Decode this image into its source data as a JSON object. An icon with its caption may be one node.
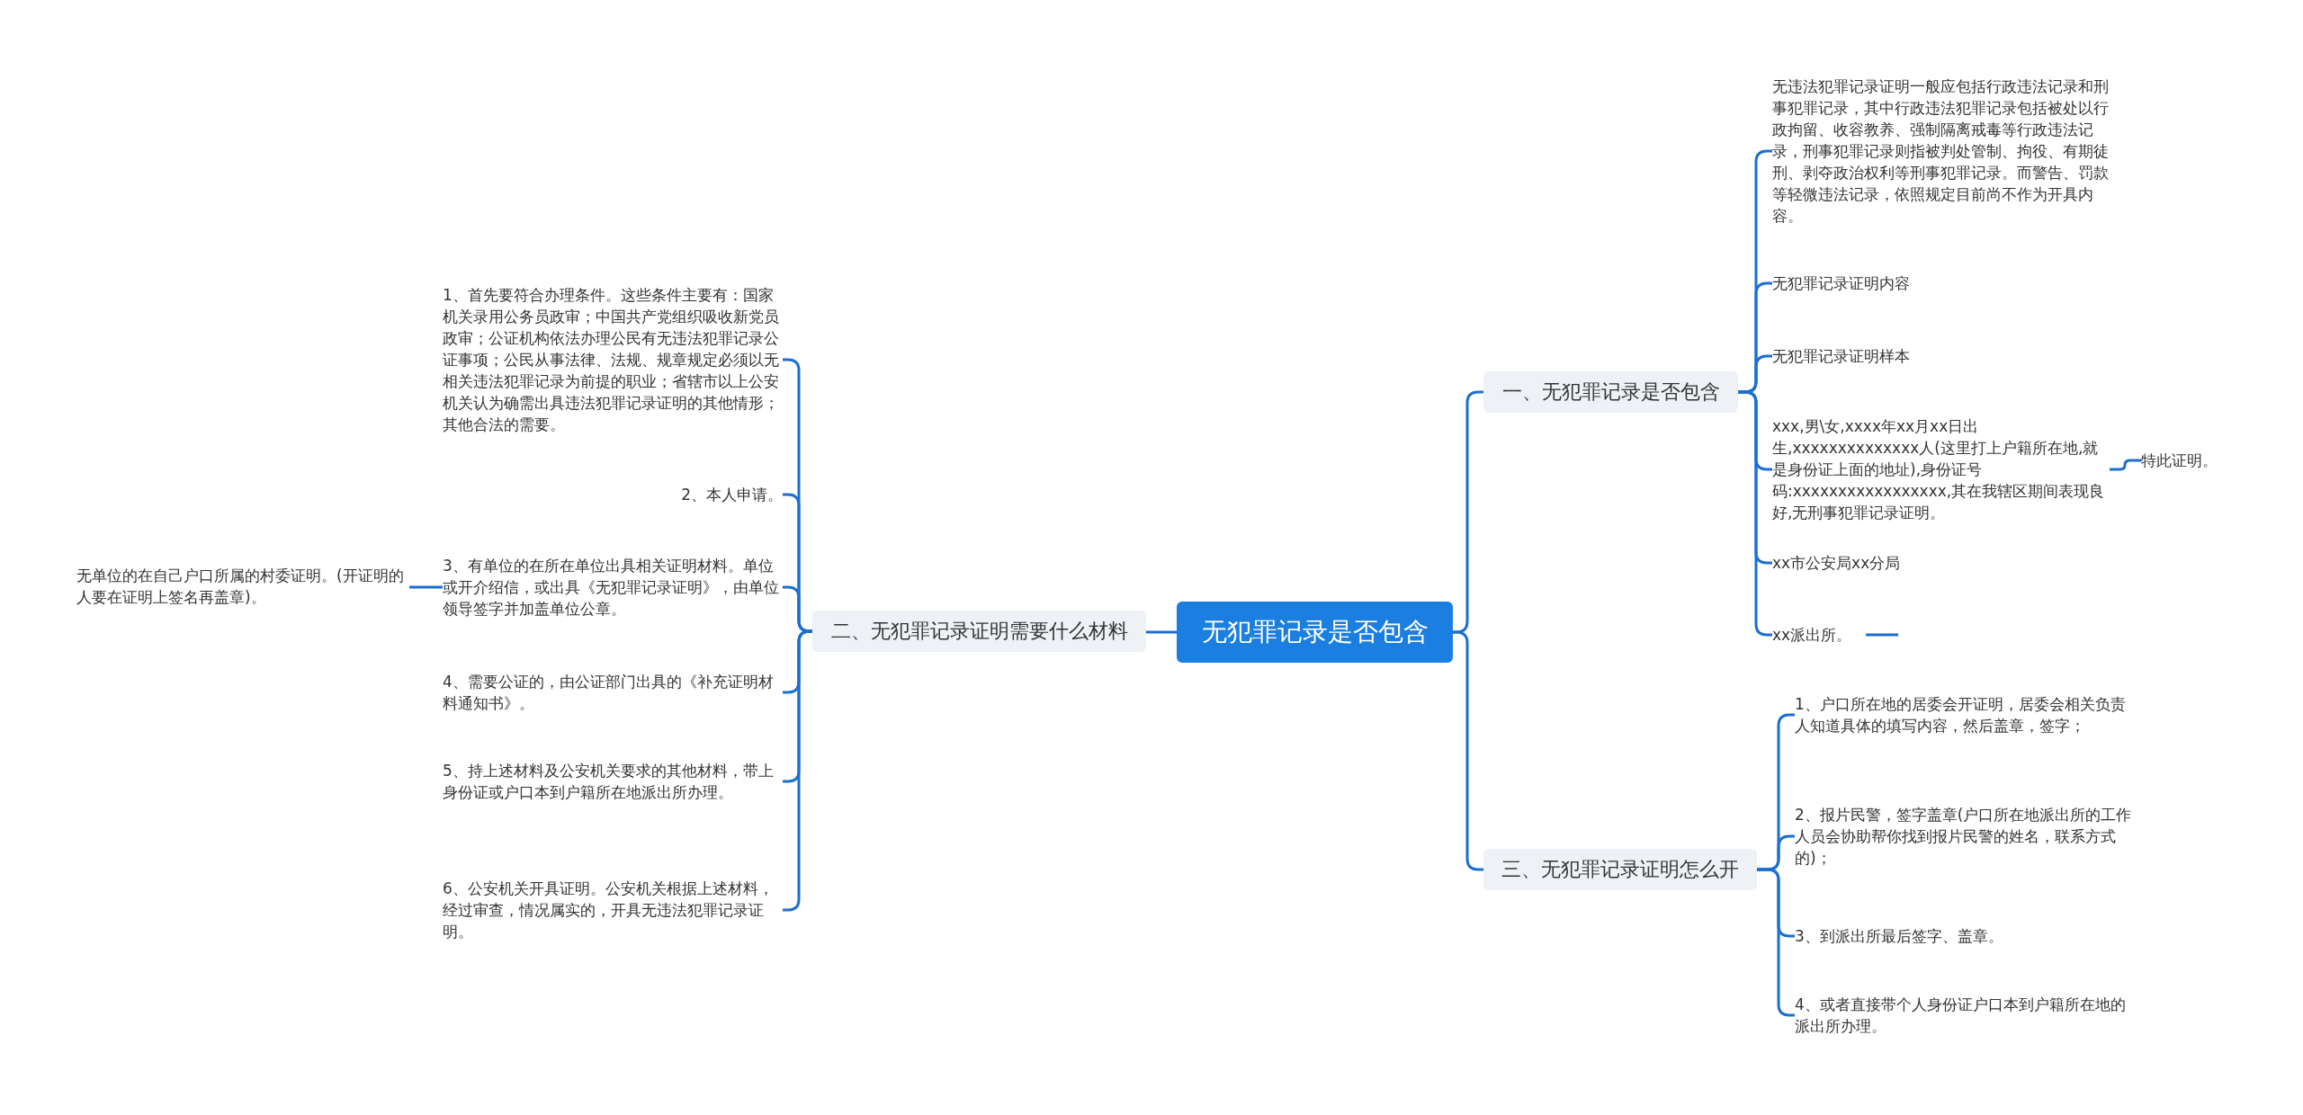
{
  "diagram": {
    "nodes": [
      {
        "text": [
          "无犯罪记录是否包含"
        ]
      },
      {
        "text": [
          "一、无犯罪记录是否包含"
        ]
      },
      {
        "text": [
          "无违法犯罪记录证明一般应包括行政违法记录和刑事犯罪记录，其中行政违法犯罪记录包括被处以行政拘留、收容教养、强制隔离戒毒等行政违法记录，刑事犯罪记录则指被判处管制、拘役、有期徒刑、剥夺政治权利等刑事犯罪记录。而警告、罚款等轻微违法记录，依照规定目前尚不作为开具内容。"
        ]
      },
      {
        "text": [
          "无犯罪记录证明内容"
        ]
      },
      {
        "text": [
          "无犯罪记录证明样本"
        ]
      },
      {
        "text": [
          "xxx,男\\女,xxxx年xx月xx日出生,xxxxxxxxxxxxxx人(这里打上户籍所在地,就是身份证上面的地址),身份证号码:xxxxxxxxxxxxxxxxx,其在我辖区期间表现良好,无刑事犯罪记录证明。"
        ]
      },
      {
        "text": [
          "特此证明。"
        ]
      },
      {
        "text": [
          "xx市公安局xx分局"
        ]
      },
      {
        "text": [
          "xx派出所。"
        ]
      },
      {
        "text": [
          "三、无犯罪记录证明怎么开"
        ]
      },
      {
        "text": [
          "1、户口所在地的居委会开证明，居委会相关负责人知道具体的填写内容，然后盖章，签字；"
        ]
      },
      {
        "text": [
          "2、报片民警，签字盖章(户口所在地派出所的工作人员会协助帮你找到报片民警的姓名，联系方式的)；"
        ]
      },
      {
        "text": [
          "3、到派出所最后签字、盖章。"
        ]
      },
      {
        "text": [
          "4、或者直接带个人身份证户口本到户籍所在地的派出所办理。"
        ]
      },
      {
        "text": [
          "二、无犯罪记录证明需要什么材料"
        ]
      },
      {
        "text": [
          "1、首先要符合办理条件。这些条件主要有：国家机关录用公务员政审；中国共产党组织吸收新党员政审；公证机构依法办理公民有无违法犯罪记录公证事项；公民从事法律、法规、规章规定必须以无相关违法犯罪记录为前提的职业；省辖市以上公安机关认为确需出具违法犯罪记录证明的其他情形；其他合法的需要。"
        ]
      },
      {
        "text": [
          "2、本人申请。"
        ]
      },
      {
        "text": [
          "3、有单位的在所在单位出具相关证明材料。单位或开介绍信，或出具《无犯罪记录证明》，由单位领导签字并加盖单位公章。"
        ]
      },
      {
        "text": [
          "4、需要公证的，由公证部门出具的《补充证明材料通知书》。"
        ]
      },
      {
        "text": [
          "5、持上述材料及公安机关要求的其他材料，带上身份证或户口本到户籍所在地派出所办理。"
        ]
      },
      {
        "text": [
          "6、公安机关开具证明。公安机关根据上述材料，经过审查，情况属实的，开具无违法犯罪记录证明。"
        ]
      },
      {
        "text": [
          "无单位的在自己户口所属的村委证明。(开证明的人要在证明上签名再盖章)。"
        ]
      }
    ],
    "edges": [
      {
        "from": 0,
        "to": 1,
        "arrow": "none"
      },
      {
        "from": 1,
        "to": 2,
        "arrow": "none"
      },
      {
        "from": 1,
        "to": 3,
        "arrow": "none"
      },
      {
        "from": 1,
        "to": 4,
        "arrow": "none"
      },
      {
        "from": 1,
        "to": 5,
        "arrow": "none"
      },
      {
        "from": 5,
        "to": 6,
        "arrow": "none"
      },
      {
        "from": 1,
        "to": 7,
        "arrow": "none"
      },
      {
        "from": 1,
        "to": 8,
        "arrow": "none"
      },
      {
        "from": 8,
        "to": null,
        "arrow": "none"
      },
      {
        "from": 0,
        "to": 9,
        "arrow": "none"
      },
      {
        "from": 9,
        "to": 10,
        "arrow": "none"
      },
      {
        "from": 9,
        "to": 11,
        "arrow": "none"
      },
      {
        "from": 9,
        "to": 12,
        "arrow": "none"
      },
      {
        "from": 9,
        "to": 13,
        "arrow": "none"
      },
      {
        "from": 0,
        "to": 14,
        "arrow": "none"
      },
      {
        "from": 14,
        "to": 15,
        "arrow": "none"
      },
      {
        "from": 14,
        "to": 16,
        "arrow": "none"
      },
      {
        "from": 14,
        "to": 17,
        "arrow": "none"
      },
      {
        "from": 14,
        "to": 18,
        "arrow": "none"
      },
      {
        "from": 14,
        "to": 19,
        "arrow": "none"
      },
      {
        "from": 14,
        "to": 20,
        "arrow": "none"
      },
      {
        "from": 17,
        "to": 21,
        "arrow": "none"
      }
    ]
  }
}
